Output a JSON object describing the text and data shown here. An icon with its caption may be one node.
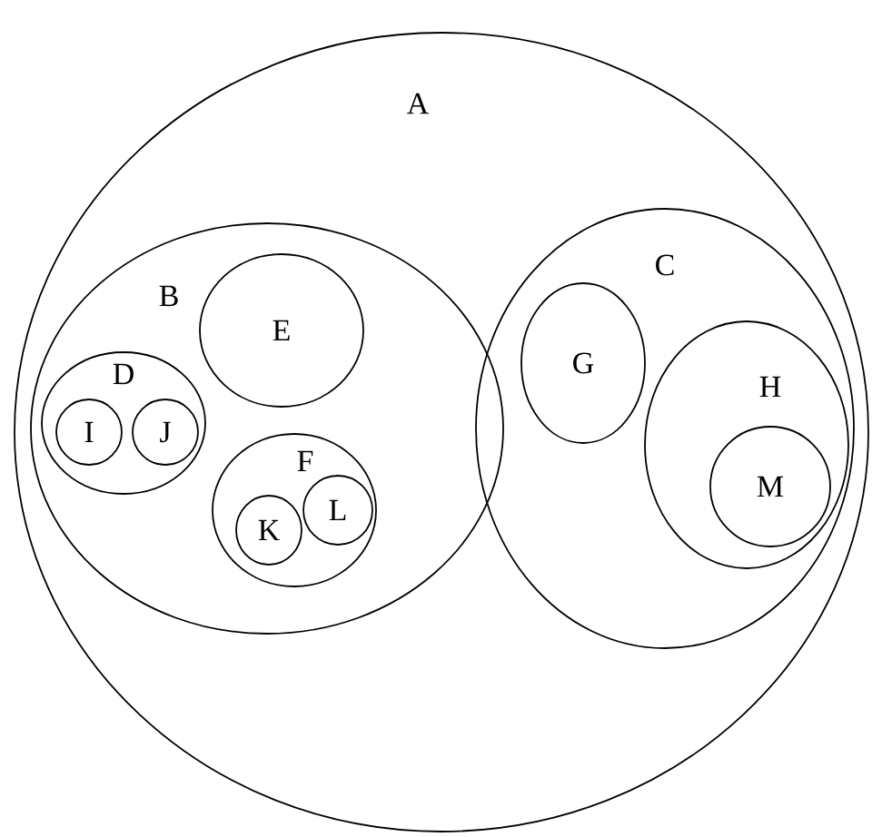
{
  "diagram": {
    "nodes": [
      {
        "text": [
          "A"
        ]
      },
      {
        "text": [
          "B"
        ],
        "in": 0
      },
      {
        "text": [
          "E"
        ],
        "in": 1
      },
      {
        "text": [
          "D"
        ],
        "in": 1
      },
      {
        "text": [
          "I"
        ],
        "in": 3
      },
      {
        "text": [
          "J"
        ],
        "in": 3
      },
      {
        "text": [
          "F"
        ],
        "in": 1
      },
      {
        "text": [
          "K"
        ],
        "in": 6
      },
      {
        "text": [
          "L"
        ],
        "in": 6
      },
      {
        "text": [
          "C"
        ],
        "in": 0
      },
      {
        "text": [
          "G"
        ],
        "in": 9
      },
      {
        "text": [
          "H"
        ],
        "in": 9
      },
      {
        "text": [
          "M"
        ],
        "in": 11
      }
    ]
  }
}
